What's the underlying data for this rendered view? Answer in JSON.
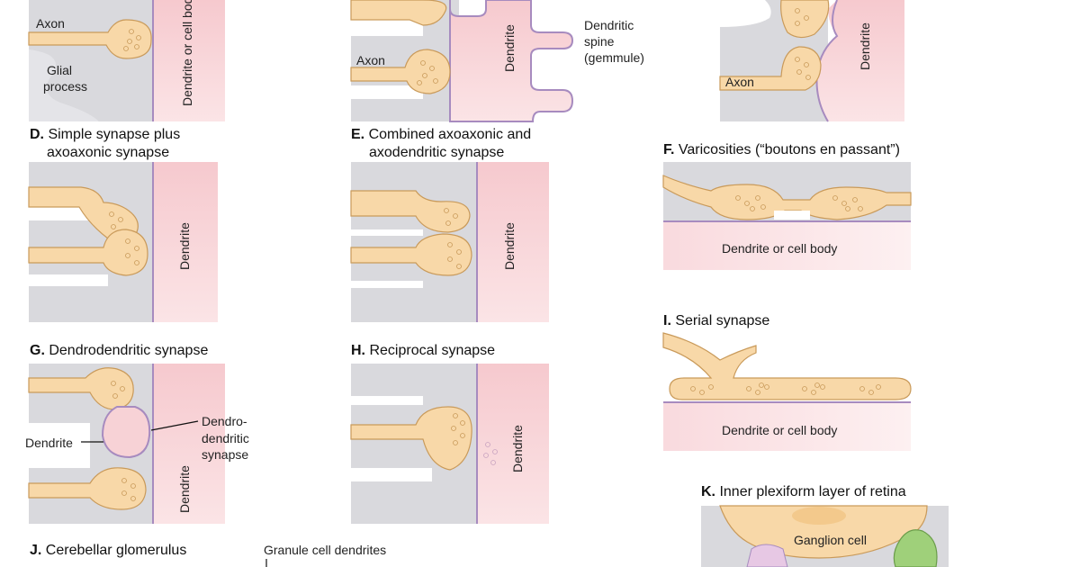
{
  "colors": {
    "axon": "#f8d8a8",
    "axon_stroke": "#c99a5a",
    "glia": "#d9d9dd",
    "dendrite": "#f7d2d6",
    "membrane": "#a78bbf",
    "green": "#9fd07a"
  },
  "top": {
    "a_axon": "Axon",
    "a_dendrite": "Dendrite or cell body",
    "a_glial_1": "Glial",
    "a_glial_2": "process",
    "b_axon": "Axon",
    "b_dendrite": "Dendrite",
    "b_spine_1": "Dendritic",
    "b_spine_2": "spine",
    "b_spine_3": "(gemmule)",
    "c_axon": "Axon",
    "c_dendrite": "Dendrite"
  },
  "panel_d": {
    "letter": "D.",
    "title_1": "Simple synapse plus",
    "title_2": "axoaxonic synapse",
    "dendrite": "Dendrite"
  },
  "panel_e": {
    "letter": "E.",
    "title_1": "Combined axoaxonic and",
    "title_2": "axodendritic synapse",
    "dendrite": "Dendrite"
  },
  "panel_f": {
    "letter": "F.",
    "title": "Varicosities (“boutons en passant”)",
    "body": "Dendrite or cell body"
  },
  "panel_g": {
    "letter": "G.",
    "title": "Dendrodendritic synapse",
    "dendrite_left": "Dendrite",
    "dd_1": "Dendro-",
    "dd_2": "dendritic",
    "dd_3": "synapse",
    "dendrite": "Dendrite"
  },
  "panel_h": {
    "letter": "H.",
    "title": "Reciprocal synapse",
    "dendrite": "Dendrite"
  },
  "panel_i": {
    "letter": "I.",
    "title": "Serial synapse",
    "body": "Dendrite or cell body"
  },
  "panel_j": {
    "letter": "J.",
    "title": "Cerebellar glomerulus",
    "granule": "Granule cell dendrites"
  },
  "panel_k": {
    "letter": "K.",
    "title": "Inner plexiform layer of retina",
    "ganglion": "Ganglion cell"
  }
}
